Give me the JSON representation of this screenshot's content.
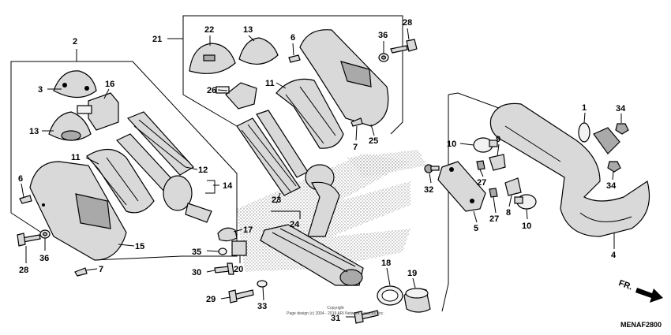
{
  "callouts": {
    "c1": "1",
    "c2": "2",
    "c3": "3",
    "c4": "4",
    "c5": "5",
    "c6a": "6",
    "c6b": "6",
    "c7a": "7",
    "c7b": "7",
    "c8": "8",
    "c9": "9",
    "c10a": "10",
    "c10b": "10",
    "c11a": "11",
    "c11b": "11",
    "c12": "12",
    "c13a": "13",
    "c13b": "13",
    "c14": "14",
    "c15": "15",
    "c16": "16",
    "c17": "17",
    "c18": "18",
    "c19": "19",
    "c20": "20",
    "c21": "21",
    "c22": "22",
    "c23": "23",
    "c24": "24",
    "c25": "25",
    "c26": "26",
    "c27a": "27",
    "c27b": "27",
    "c28a": "28",
    "c28b": "28",
    "c29": "29",
    "c30": "30",
    "c31": "31",
    "c32": "32",
    "c33": "33",
    "c34a": "34",
    "c34b": "34",
    "c35": "35",
    "c36a": "36",
    "c36b": "36"
  },
  "copyright": {
    "line1": "Copyright",
    "line2": "Page design (c) 2004 - 2019 ARI Network Services, Inc."
  },
  "diagram_code": "MENAF2800",
  "direction_label": "FR.",
  "colors": {
    "line": "#000000",
    "part_fill": "#d9d9d9",
    "shadow": "#a9a9a9",
    "background": "#ffffff"
  },
  "icons": {
    "direction": "arrow-right-icon"
  }
}
